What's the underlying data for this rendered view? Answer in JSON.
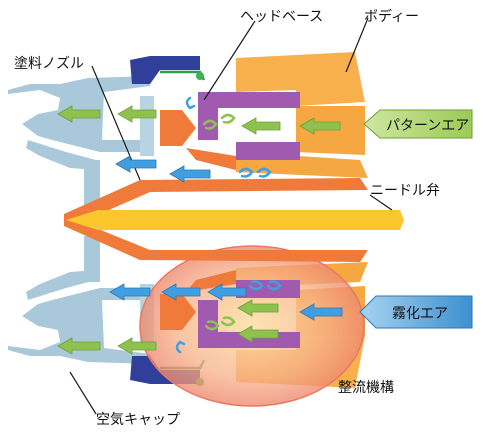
{
  "labels": {
    "head_base": "ヘッドベース",
    "body": "ボディー",
    "paint_nozzle": "塗料ノズル",
    "pattern_air": "パターンエア",
    "needle_valve": "ニードル弁",
    "atomizing_air": "霧化エア",
    "flow_straightener": "整流機構",
    "air_cap": "空気キャップ"
  },
  "colors": {
    "air_cap": "#a9c9db",
    "body": "#f8b04d",
    "needle": "#fcc72c",
    "nozzle": "#ef7a3a",
    "head_base": "#a05bb0",
    "ring": "#2f3f9a",
    "green_arrow": "#8fc14f",
    "blue_arrow": "#3f9fe0",
    "seal_green": "#2f9a4a",
    "highlight": "#f39a7c"
  },
  "icons": {
    "pattern_air_arrow": "arrow-left-icon",
    "atomizing_air_arrow": "arrow-left-icon",
    "airflow_arrow": "arrow-left-icon",
    "swirl": "curved-arrow-icon"
  }
}
